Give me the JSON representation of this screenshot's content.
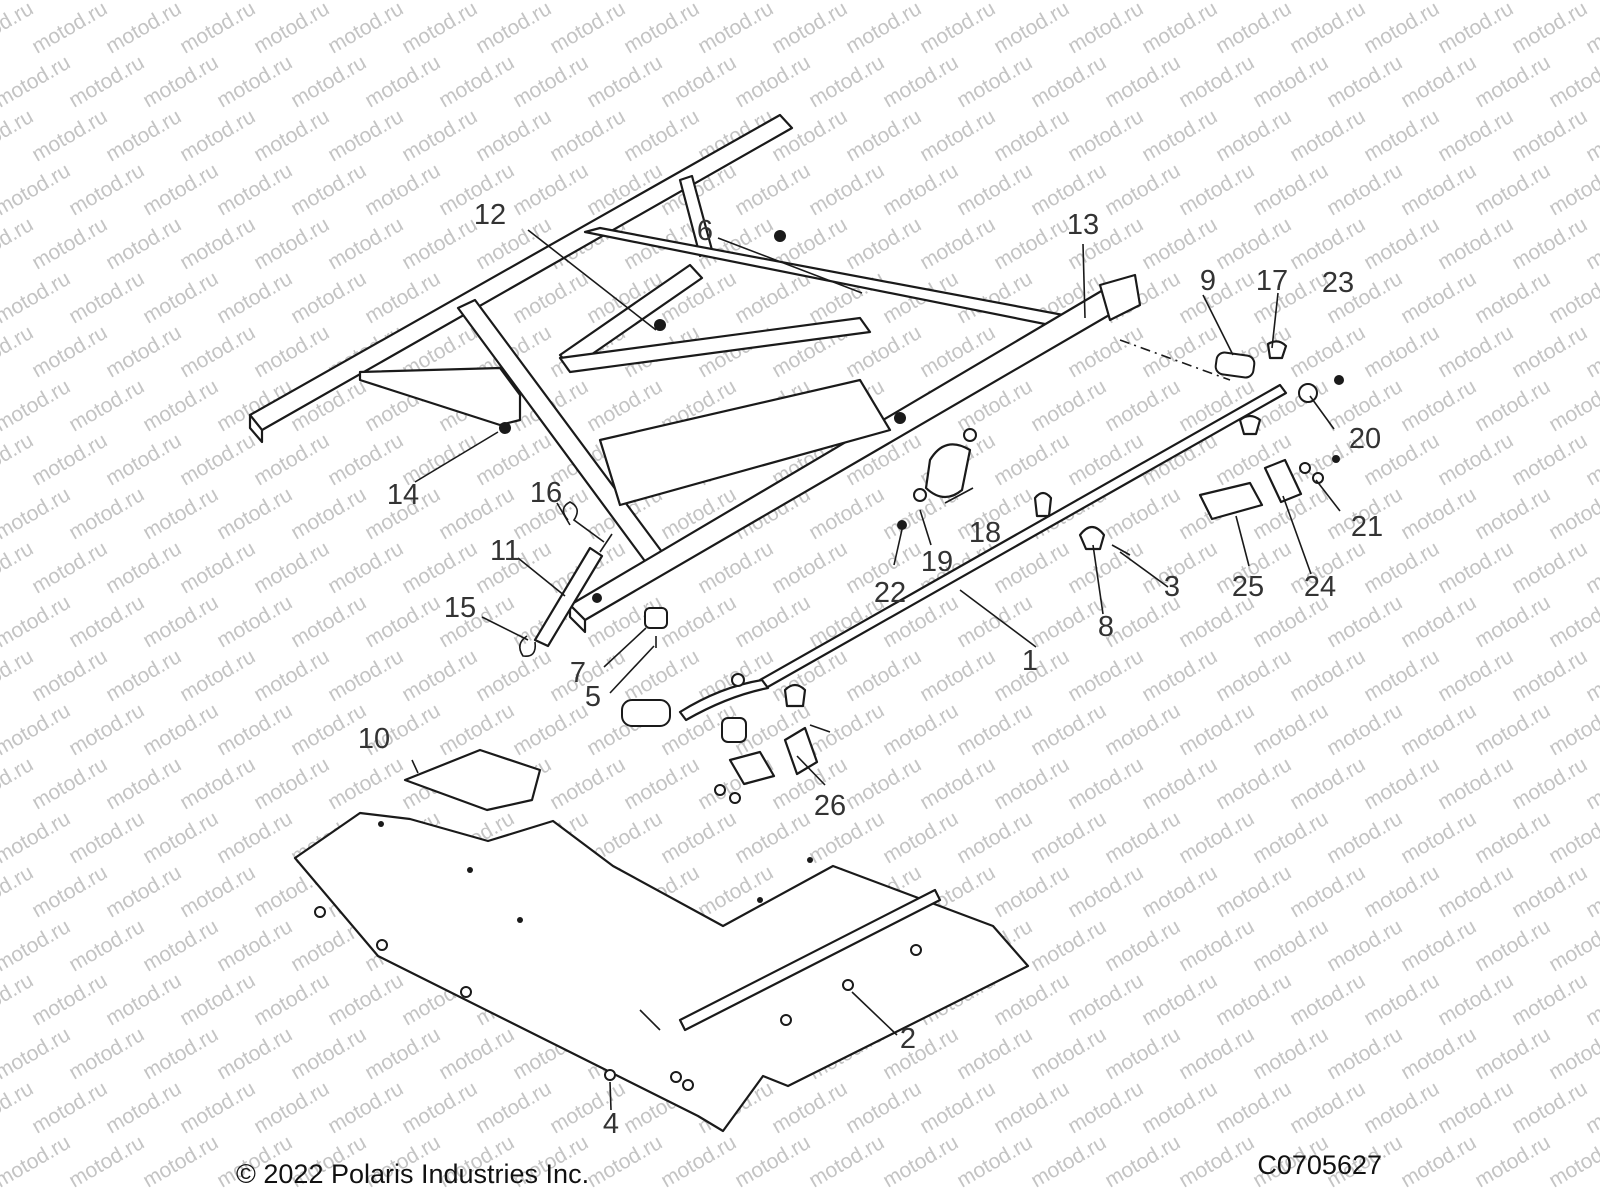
{
  "watermark": {
    "text": "motod.ru"
  },
  "footer": {
    "copyright": "© 2022 Polaris Industries Inc.",
    "figure_id": "C0705627"
  },
  "callouts": [
    {
      "number": "1"
    },
    {
      "number": "2"
    },
    {
      "number": "3"
    },
    {
      "number": "4"
    },
    {
      "number": "5"
    },
    {
      "number": "6"
    },
    {
      "number": "7"
    },
    {
      "number": "8"
    },
    {
      "number": "9"
    },
    {
      "number": "10"
    },
    {
      "number": "11"
    },
    {
      "number": "12"
    },
    {
      "number": "13"
    },
    {
      "number": "14"
    },
    {
      "number": "15"
    },
    {
      "number": "16"
    },
    {
      "number": "17"
    },
    {
      "number": "18"
    },
    {
      "number": "19"
    },
    {
      "number": "20"
    },
    {
      "number": "21"
    },
    {
      "number": "22"
    },
    {
      "number": "23"
    },
    {
      "number": "24"
    },
    {
      "number": "25"
    },
    {
      "number": "26"
    }
  ]
}
